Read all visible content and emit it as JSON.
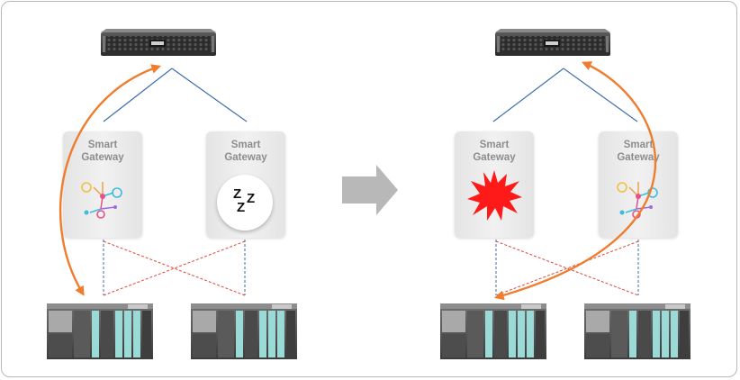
{
  "colors": {
    "server_link": "#3f6fae",
    "primary_link": "#3f6fae",
    "cross_link": "#e0453a",
    "failover_arrow": "#ef7d2d",
    "transition_arrow": "#b8b8b8",
    "failure_burst": "#ff1a1a"
  },
  "left_scenario": {
    "server": {
      "icon": "server-rack-icon"
    },
    "gateways": [
      {
        "label": "Smart\nGateway",
        "state": "active",
        "icon": "network-nodes-icon"
      },
      {
        "label": "Smart\nGateway",
        "state": "standby",
        "icon": "sleep-icon",
        "symbol": "Z"
      }
    ],
    "plcs": [
      {
        "icon": "plc-rack-icon"
      },
      {
        "icon": "plc-rack-icon"
      }
    ]
  },
  "right_scenario": {
    "server": {
      "icon": "server-rack-icon"
    },
    "gateways": [
      {
        "label": "Smart\nGateway",
        "state": "failed",
        "icon": "failure-burst-icon"
      },
      {
        "label": "Smart\nGateway",
        "state": "active",
        "icon": "network-nodes-icon"
      }
    ],
    "plcs": [
      {
        "icon": "plc-rack-icon"
      },
      {
        "icon": "plc-rack-icon"
      }
    ]
  },
  "transition": {
    "icon": "right-arrow-icon"
  }
}
